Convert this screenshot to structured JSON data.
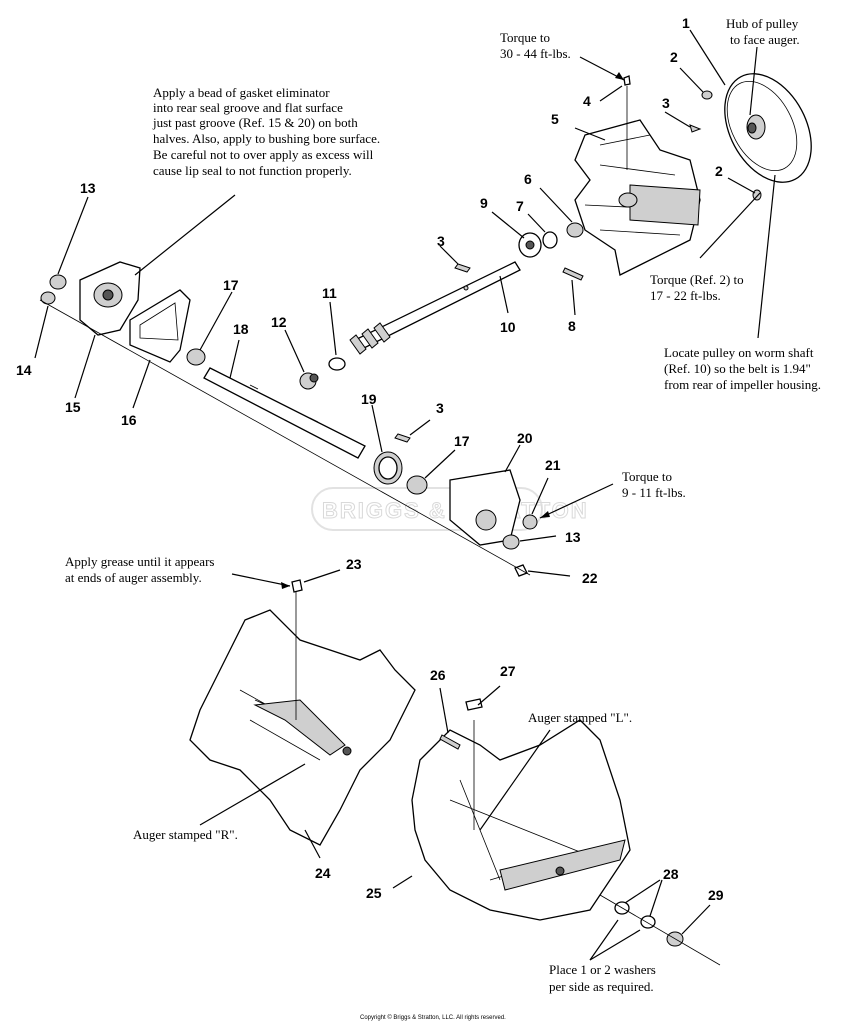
{
  "notes": {
    "torque_top": [
      "Torque to",
      "30 - 44 ft-lbs."
    ],
    "hub_pulley": [
      "Hub of pulley",
      "to face auger."
    ],
    "gasket": [
      "Apply a bead of gasket eliminator",
      "into rear seal groove and flat surface",
      "just past groove (Ref. 15 & 20) on both",
      "halves. Also, apply to bushing bore surface.",
      "Be careful not to over apply as excess will",
      "cause lip seal to not function properly."
    ],
    "torque_ref2": [
      "Torque (Ref. 2) to",
      "17 - 22 ft-lbs."
    ],
    "locate_pulley": [
      "Locate pulley on worm shaft",
      "(Ref. 10) so the belt is 1.94\"",
      "from rear of impeller housing."
    ],
    "torque_mid": [
      "Torque to",
      "9 - 11 ft-lbs."
    ],
    "grease": [
      "Apply grease until it appears",
      "at ends of auger assembly."
    ],
    "auger_l": "Auger stamped \"L\".",
    "auger_r": "Auger stamped \"R\".",
    "washers": [
      "Place 1 or 2 washers",
      "per side as required."
    ]
  },
  "callouts": {
    "c1": "1",
    "c2a": "2",
    "c2b": "2",
    "c3a": "3",
    "c3b": "3",
    "c3c": "3",
    "c4": "4",
    "c5": "5",
    "c6": "6",
    "c7": "7",
    "c8": "8",
    "c9": "9",
    "c10": "10",
    "c11": "11",
    "c12": "12",
    "c13a": "13",
    "c13b": "13",
    "c14": "14",
    "c15": "15",
    "c16": "16",
    "c17a": "17",
    "c17b": "17",
    "c18": "18",
    "c19": "19",
    "c20": "20",
    "c21": "21",
    "c22": "22",
    "c23": "23",
    "c24": "24",
    "c25": "25",
    "c26": "26",
    "c27": "27",
    "c28": "28",
    "c29": "29"
  },
  "watermark": "BRIGGS & STRATTON",
  "copyright": "Copyright © Briggs & Stratton, LLC. All rights reserved."
}
